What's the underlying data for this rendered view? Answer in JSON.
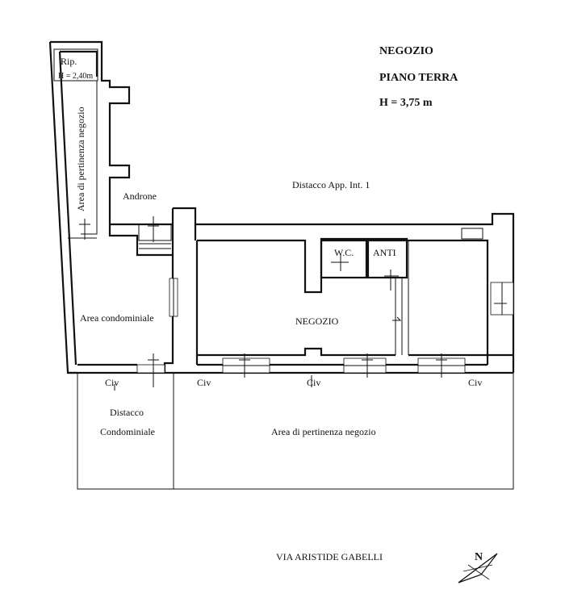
{
  "header": {
    "line1": "NEGOZIO",
    "line2": "PIANO TERRA",
    "line3": "H = 3,75 m"
  },
  "rooms": {
    "rip_name": "Rip.",
    "rip_height": "H = 2,40m",
    "pertinenza_vertical": "Area di pertinenza negozio",
    "androne": "Androne",
    "distacco_app": "Distacco App. Int. 1",
    "wc": "W.C.",
    "anti": "ANTI",
    "area_condominiale": "Area condominiale",
    "negozio": "NEGOZIO",
    "distacco_line1": "Distacco",
    "distacco_line2": "Condominiale",
    "area_pertinenza": "Area di pertinenza negozio"
  },
  "civico_labels": [
    "Civ",
    "Civ",
    "Civ",
    "Civ"
  ],
  "street": "VIA ARISTIDE GABELLI",
  "compass": {
    "letter": "N",
    "icon": "north-arrow-icon"
  }
}
